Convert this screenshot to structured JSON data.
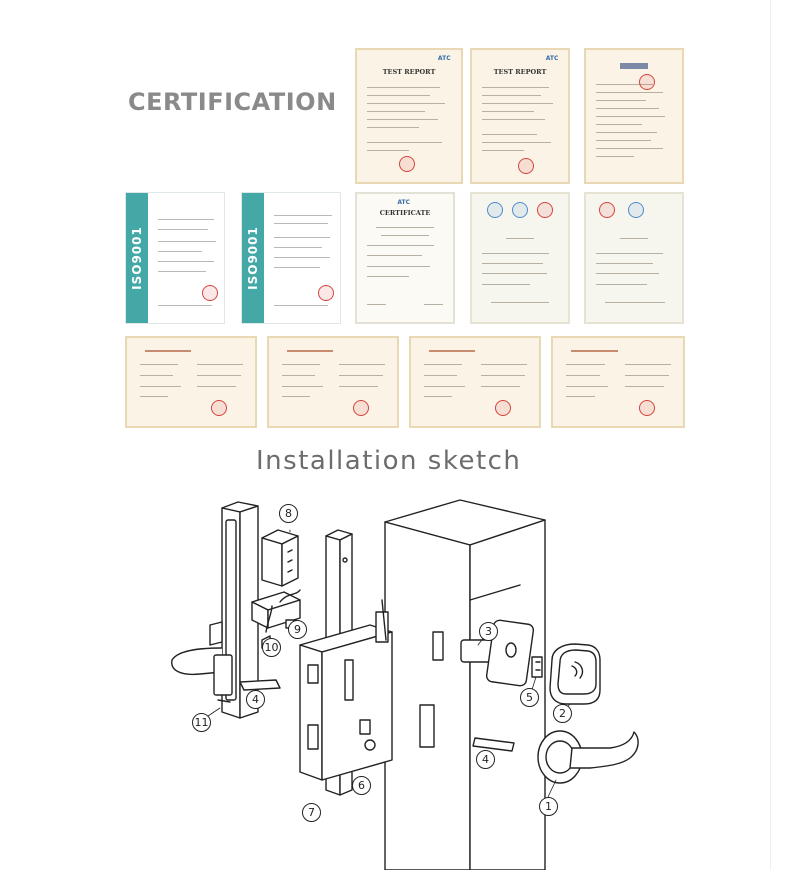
{
  "headings": {
    "certification": "CERTIFICATION",
    "installation": "Installation sketch"
  },
  "certificates": {
    "report_title": "TEST REPORT",
    "brand": "ATC",
    "cert_title": "CERTIFICATE",
    "iso_band": "ISO9001"
  },
  "callouts": [
    "1",
    "2",
    "3",
    "4",
    "5",
    "6",
    "7",
    "8",
    "9",
    "10",
    "11"
  ],
  "colors": {
    "heading": "#8a8a8a",
    "iso_band": "#43a8a6",
    "paper": "#fbf4e6",
    "seal": "#d6453e",
    "line_art": "#222222"
  }
}
